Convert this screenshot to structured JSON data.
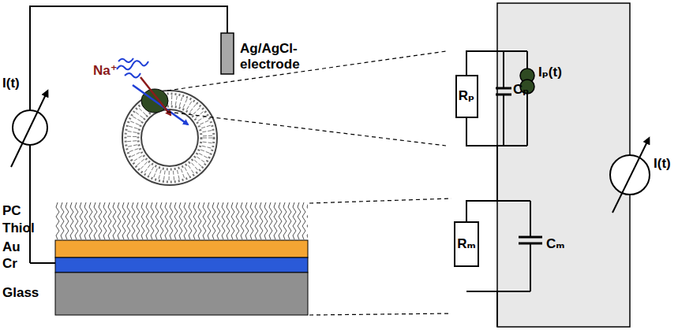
{
  "diagram": {
    "nodes": [
      {
        "text": [
          "Ag/AgCl- electrode"
        ]
      },
      {
        "text": [
          "Rₚ"
        ]
      },
      {
        "text": [
          "Rₘ"
        ]
      }
    ],
    "edges": [
      {
        "from": 1,
        "to": 2,
        "arrow": "none"
      }
    ],
    "labels": [
      "I(t)",
      "Na⁺",
      "Cₚ",
      "Iₚ(t)",
      "Cₘ",
      "I(t)",
      "PC",
      "Thiol",
      "Au",
      "Cr",
      "Glass"
    ]
  }
}
